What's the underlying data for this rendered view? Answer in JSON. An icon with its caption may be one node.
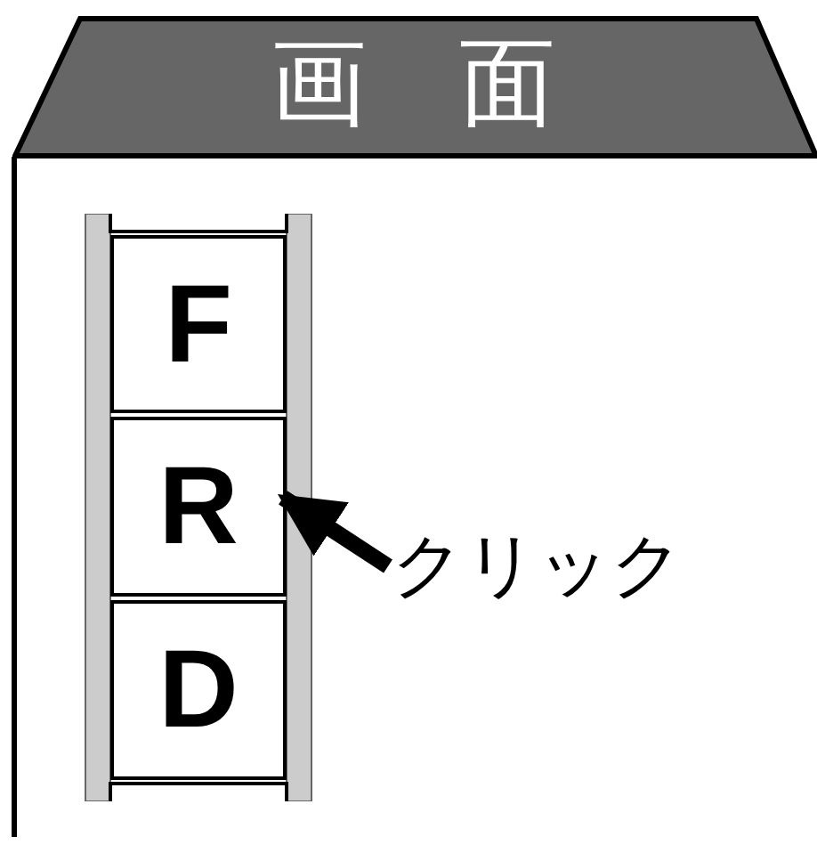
{
  "diagram": {
    "nodes": [
      {
        "text": [
          "画面"
        ]
      },
      {
        "text": [
          "F"
        ]
      },
      {
        "text": [
          "R"
        ]
      },
      {
        "text": [
          "D"
        ]
      },
      {
        "text": [
          "クリック"
        ]
      }
    ],
    "edges": [
      {
        "from": 4,
        "to": 2,
        "arrow": "to"
      }
    ]
  }
}
